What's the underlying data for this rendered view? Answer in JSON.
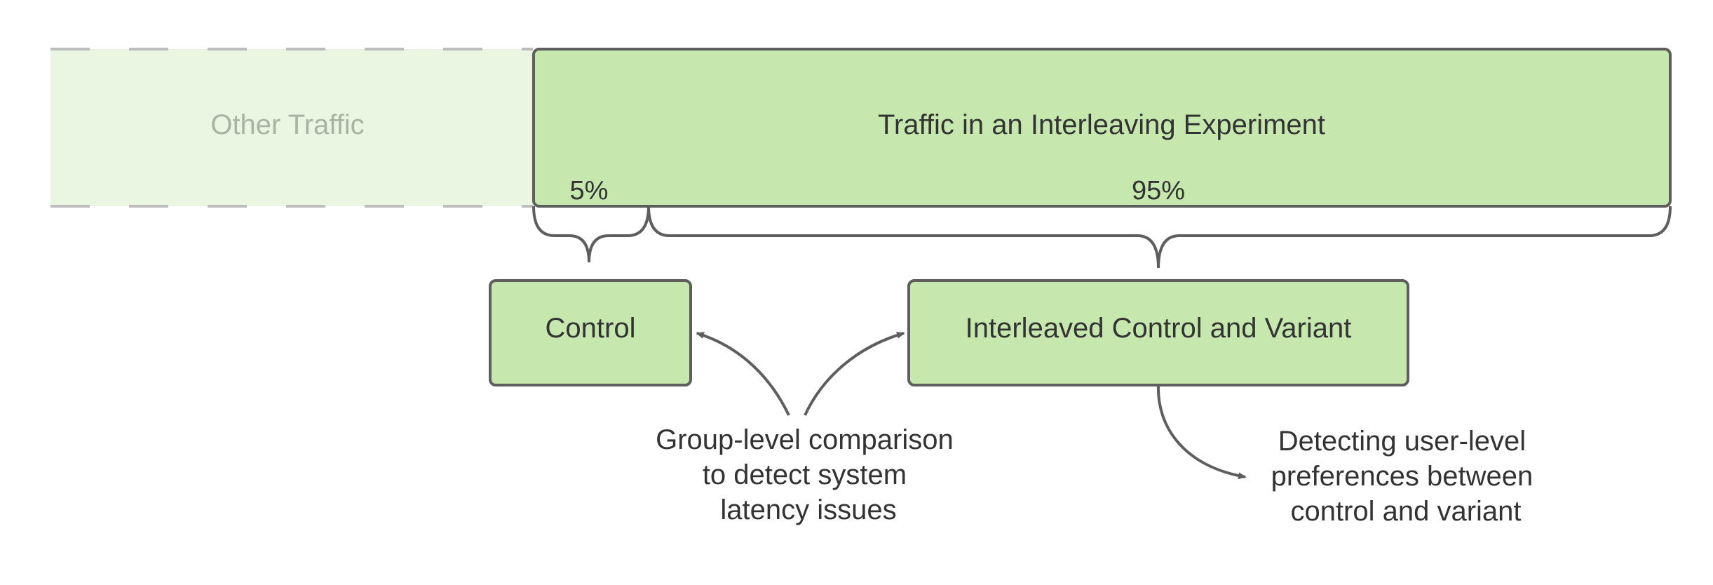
{
  "diagram": {
    "other_traffic_label": "Other Traffic",
    "experiment_label": "Traffic in an Interleaving Experiment",
    "control_share": "5%",
    "interleaved_share": "95%",
    "control_label": "Control",
    "interleaved_label": "Interleaved Control and Variant",
    "group_comparison_note": [
      "Group-level comparison",
      "to detect system",
      "latency issues"
    ],
    "user_preference_note": [
      "Detecting user-level",
      "preferences between",
      "control and variant"
    ]
  },
  "colors": {
    "green_fill": "#c6e8ae",
    "faded_fill": "#eaf6e2",
    "stroke": "#5e5e5e",
    "dashed_stroke": "#bdbdbd",
    "text": "#333333",
    "muted_text": "#a9b3a4"
  }
}
